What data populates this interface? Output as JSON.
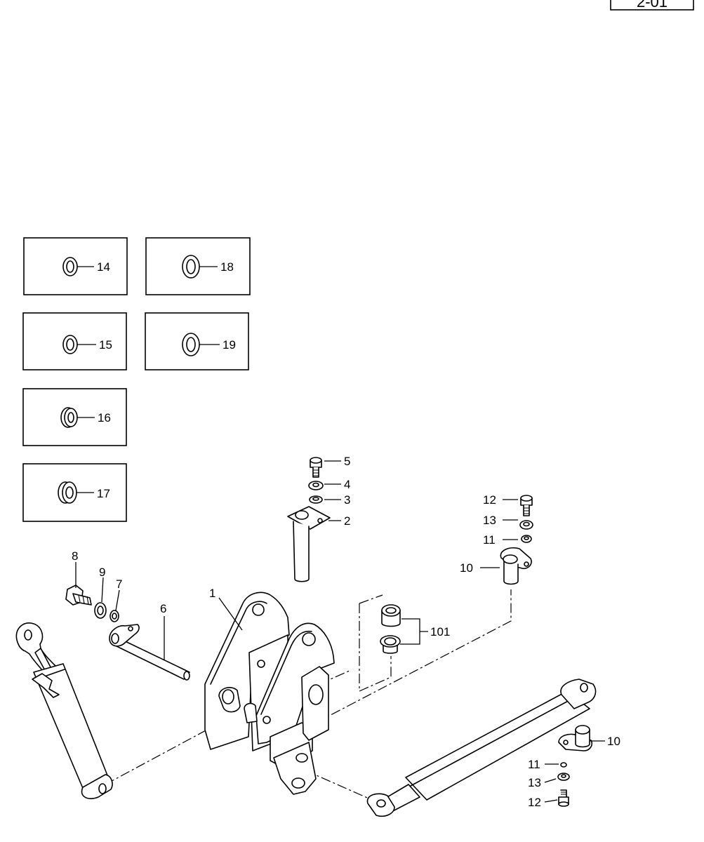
{
  "page_id": "2-01",
  "inset_labels": [
    "14",
    "18",
    "15",
    "19",
    "16",
    "17"
  ],
  "labels": {
    "item1": "1",
    "item2": "2",
    "item3": "3",
    "item4": "4",
    "item5": "5",
    "item6": "6",
    "item7": "7",
    "item8": "8",
    "item9": "9",
    "item10a": "10",
    "item10b": "10",
    "item11a": "11",
    "item11b": "11",
    "item12a": "12",
    "item12b": "12",
    "item13a": "13",
    "item13b": "13",
    "item101": "101"
  }
}
